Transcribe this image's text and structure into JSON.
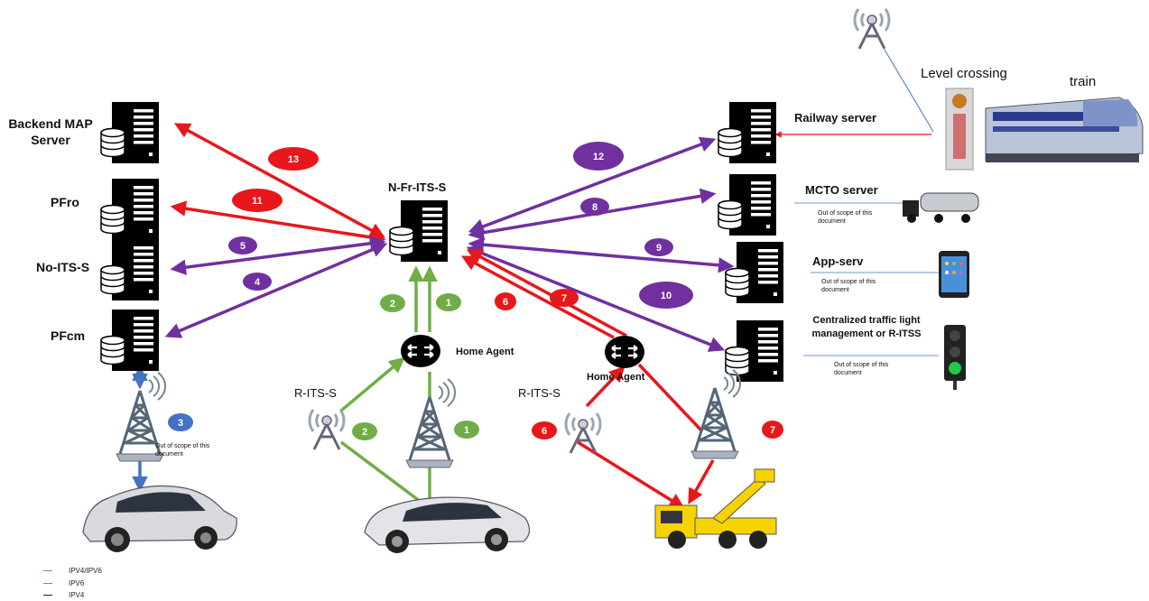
{
  "labels": {
    "backend_map": "Backend MAP\nServer",
    "pfro": "PFro",
    "no_its_s": "No-ITS-S",
    "pfcm": "PFcm",
    "n_fr_its_s": "N-Fr-ITS-S",
    "home_agent_1": "Home Agent",
    "home_agent_2": "Home Agent",
    "r_its_s_1": "R-ITS-S",
    "r_its_s_2": "R-ITS-S",
    "railway_server": "Railway server",
    "mcto_server": "MCTO server",
    "app_serv": "App-serv",
    "centralized": "Centralized traffic light\nmanagement or R-ITSS",
    "level_crossing": "Level crossing",
    "train": "train",
    "out_of_scope": "Out of scope of this document"
  },
  "badges": [
    "1",
    "1",
    "2",
    "2",
    "3",
    "4",
    "5",
    "6",
    "6",
    "7",
    "7",
    "8",
    "9",
    "10",
    "11",
    "12",
    "13"
  ],
  "legend": [
    {
      "label": "IPV4/IPV6",
      "color": "#7a9a3a"
    },
    {
      "label": "IPV6",
      "color": "#7a9a3a"
    },
    {
      "label": "IPV4",
      "color": "#222222"
    }
  ],
  "colors": {
    "red": "#e8171b",
    "purple": "#7030a0",
    "green": "#70ad47",
    "blue": "#4472c4",
    "server": "#000000"
  }
}
